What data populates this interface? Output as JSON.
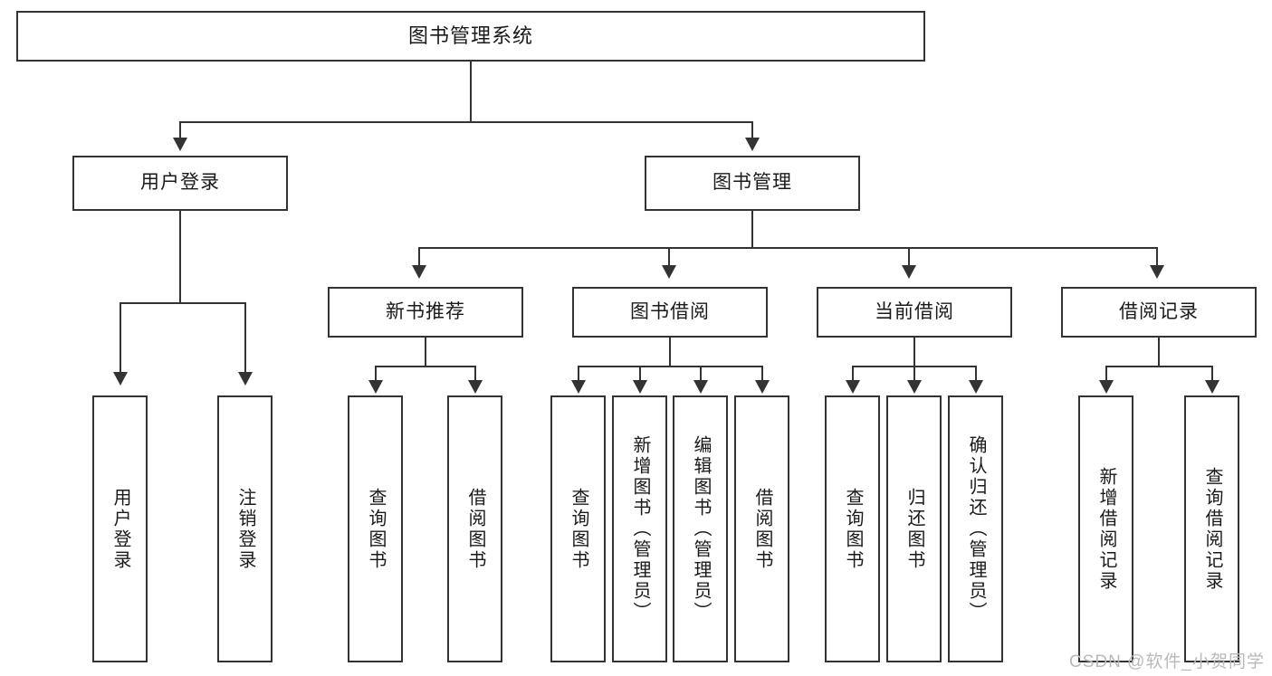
{
  "diagram": {
    "title": "图书管理系统",
    "type": "tree",
    "root": {
      "id": "root",
      "label": "图书管理系统",
      "orientation": "horizontal",
      "children": [
        {
          "id": "user-login",
          "label": "用户登录",
          "orientation": "horizontal",
          "children": [
            {
              "id": "user-login-do",
              "label": "用户登录",
              "orientation": "vertical",
              "children": []
            },
            {
              "id": "user-logout",
              "label": "注销登录",
              "orientation": "vertical",
              "children": []
            }
          ]
        },
        {
          "id": "book-management",
          "label": "图书管理",
          "orientation": "horizontal",
          "children": [
            {
              "id": "new-book-recommend",
              "label": "新书推荐",
              "orientation": "horizontal",
              "children": [
                {
                  "id": "nbr-query-book",
                  "label": "查询图书",
                  "orientation": "vertical",
                  "children": []
                },
                {
                  "id": "nbr-borrow-book",
                  "label": "借阅图书",
                  "orientation": "vertical",
                  "children": []
                }
              ]
            },
            {
              "id": "book-borrow",
              "label": "图书借阅",
              "orientation": "horizontal",
              "children": [
                {
                  "id": "bb-query-book",
                  "label": "查询图书",
                  "orientation": "vertical",
                  "children": []
                },
                {
                  "id": "bb-add-book",
                  "label": "新增图书（管理员）",
                  "orientation": "vertical",
                  "children": []
                },
                {
                  "id": "bb-edit-book",
                  "label": "编辑图书（管理员）",
                  "orientation": "vertical",
                  "children": []
                },
                {
                  "id": "bb-borrow-book",
                  "label": "借阅图书",
                  "orientation": "vertical",
                  "children": []
                }
              ]
            },
            {
              "id": "current-borrow",
              "label": "当前借阅",
              "orientation": "horizontal",
              "children": [
                {
                  "id": "cb-query-book",
                  "label": "查询图书",
                  "orientation": "vertical",
                  "children": []
                },
                {
                  "id": "cb-return-book",
                  "label": "归还图书",
                  "orientation": "vertical",
                  "children": []
                },
                {
                  "id": "cb-confirm-return",
                  "label": "确认归还（管理员）",
                  "orientation": "vertical",
                  "children": []
                }
              ]
            },
            {
              "id": "borrow-record",
              "label": "借阅记录",
              "orientation": "horizontal",
              "children": [
                {
                  "id": "br-add-record",
                  "label": "新增借阅记录",
                  "orientation": "vertical",
                  "children": []
                },
                {
                  "id": "br-query-record",
                  "label": "查询借阅记录",
                  "orientation": "vertical",
                  "children": []
                }
              ]
            }
          ]
        }
      ]
    }
  },
  "nodes": {
    "root": {
      "label": "图书管理系统"
    },
    "user_login": {
      "label": "用户登录"
    },
    "book_management": {
      "label": "图书管理"
    },
    "new_book_recommend": {
      "label": "新书推荐"
    },
    "book_borrow": {
      "label": "图书借阅"
    },
    "current_borrow": {
      "label": "当前借阅"
    },
    "borrow_record": {
      "label": "借阅记录"
    },
    "leaf_user_login": {
      "label": "用户登录"
    },
    "leaf_user_logout": {
      "label": "注销登录"
    },
    "leaf_nbr_query": {
      "label": "查询图书"
    },
    "leaf_nbr_borrow": {
      "label": "借阅图书"
    },
    "leaf_bb_query": {
      "label": "查询图书"
    },
    "leaf_bb_add": {
      "label": "新增图书（管理员）"
    },
    "leaf_bb_edit": {
      "label": "编辑图书（管理员）"
    },
    "leaf_bb_borrow": {
      "label": "借阅图书"
    },
    "leaf_cb_query": {
      "label": "查询图书"
    },
    "leaf_cb_return": {
      "label": "归还图书"
    },
    "leaf_cb_confirm": {
      "label": "确认归还（管理员）"
    },
    "leaf_br_add": {
      "label": "新增借阅记录"
    },
    "leaf_br_query": {
      "label": "查询借阅记录"
    }
  },
  "watermark": {
    "text": "CSDN @软件_小贺同学"
  },
  "colors": {
    "border": "#333333",
    "line": "#333333",
    "text": "#1a1a1a",
    "background": "#ffffff",
    "watermark": "#b9b9b9"
  }
}
